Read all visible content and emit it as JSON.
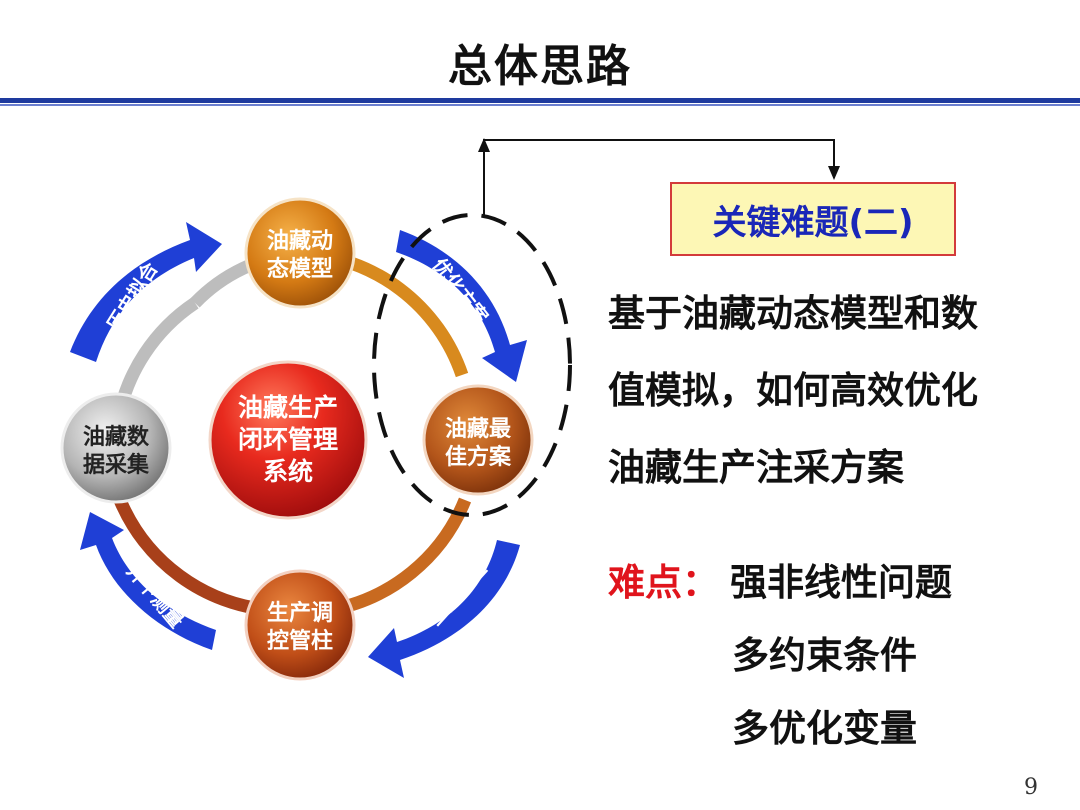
{
  "title": "总体思路",
  "center": {
    "lines": [
      "油藏生产",
      "闭环管理",
      "系统"
    ]
  },
  "nodes": {
    "top": [
      "油藏动",
      "态模型"
    ],
    "right": [
      "油藏最",
      "佳方案"
    ],
    "bottom": [
      "生产调",
      "控管柱"
    ],
    "left": [
      "油藏数",
      "据采集"
    ]
  },
  "arrows": {
    "top_left": "历史拟合",
    "top_right": "优化方案",
    "bottom_right": "生产调控",
    "bottom_left": "井下测量"
  },
  "key_box": "关键难题(二)",
  "description": [
    "基于油藏动态模型和数",
    "值模拟，如何高效优化",
    "油藏生产注采方案"
  ],
  "difficulty": {
    "label": "难点：",
    "items": [
      "强非线性问题",
      "多约束条件",
      "多优化变量"
    ]
  },
  "page_number": "9",
  "colors": {
    "title_rule": "#1e3a9e",
    "arrow_blue": "#1f3fd6",
    "center_red": "#e32222",
    "key_text": "#1a27b8",
    "difficulty_red": "#e0141c"
  }
}
